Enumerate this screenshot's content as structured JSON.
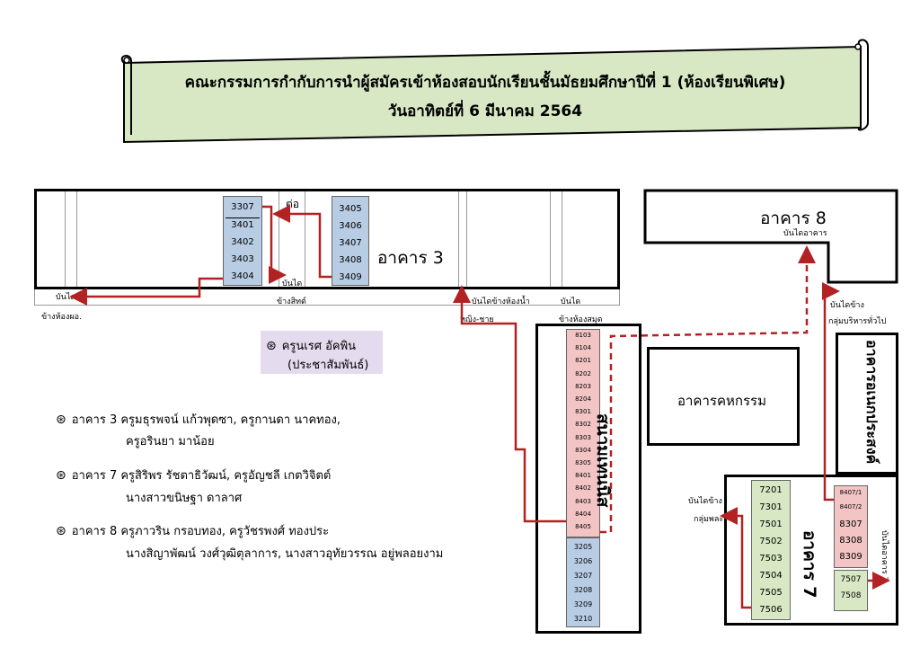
{
  "header": {
    "title_line1": "คณะกรรมการกำกับการนำผู้สมัครเข้าห้องสอบนักเรียนชั้นมัธยมศึกษาปีที่ 1 (ห้องเรียนพิเศษ)",
    "title_line2": "วันอาทิตย์ที่ 6 มีนาคม 2564"
  },
  "colors": {
    "banner": "#d8e8c4",
    "arrow": "#b22222",
    "blue_rooms": "#b8cce4",
    "pink_rooms": "#f2c4c4",
    "green_rooms": "#d8e8c4",
    "pr_box": "#e4dcee"
  },
  "buildings": {
    "b3": {
      "name": "อาคาร 3",
      "rooms_left": [
        "3307",
        "3401",
        "3402",
        "3403",
        "3404"
      ],
      "rooms_right": [
        "3405",
        "3406",
        "3407",
        "3408",
        "3409"
      ],
      "connector": "ต่อ",
      "stair_mid": "บันได"
    },
    "b8": {
      "name": "อาคาร 8",
      "stair": "บันไดอาคาร"
    },
    "field": {
      "name": "สนามเทนนิส",
      "rooms_pink": [
        "8103",
        "8104",
        "8201",
        "8202",
        "8203",
        "8204",
        "8301",
        "8302",
        "8303",
        "8304",
        "8305",
        "8401",
        "8402",
        "8403",
        "8404",
        "8405"
      ],
      "rooms_blue": [
        "3205",
        "3206",
        "3207",
        "3208",
        "3209",
        "3210"
      ]
    },
    "activity": {
      "name": "อาคารคหกรรม"
    },
    "multipurpose": {
      "name": "อาคารอเนกประสงค์"
    },
    "b7": {
      "name": "อาคาร 7",
      "rooms_green": [
        "7201",
        "7301",
        "7501",
        "7502",
        "7503",
        "7504",
        "7505",
        "7506"
      ],
      "rooms_pink": [
        "8407/1",
        "8407/2",
        "8307",
        "8308",
        "8309"
      ],
      "rooms_green2": [
        "7507",
        "7508"
      ],
      "stair_right": "บันไดอาคาร 7"
    }
  },
  "labels": {
    "stair_pr": "บันได",
    "stair_pr2": "ข้างห้องผอ.",
    "coop_side": "ข้างสิทต์",
    "stair_wc": "บันไดข้างห้องน้ำ",
    "wc": "หญิง-ชาย",
    "stair_lib": "บันได",
    "lib": "ข้างห้องสมุด",
    "stair_admin": "บันไดข้าง",
    "admin": "กลุ่มบริหารทั่วไป",
    "stair_pe": "บันไดข้าง",
    "pe": "กลุ่มพละ"
  },
  "pr_staff": {
    "line1": "ครูนเรศ อัคพิน",
    "line2": "(ประชาสัมพันธ์)"
  },
  "assignments": [
    {
      "line1": "อาคาร 3 ครูมธุรพจน์ แก้วพุดซา, ครูกานดา นาคทอง,",
      "line2": "ครูอรินยา มาน้อย"
    },
    {
      "line1": "อาคาร 7 ครูสิริพร รัชตาธิวัฒน์, ครูอัญชลี เกตวิจิตต์",
      "line2": "นางสาวขนิษฐา ดาลาศ"
    },
    {
      "line1": "อาคาร 8 ครูภาวริน กรอบทอง, ครูวัชรพงศ์ ทองประ",
      "line2": "นางสิญาพัฒน์ วงศ์วุฒิตุลาการ, นางสาวอุทัยวรรณ อยู่พลอยงาม"
    }
  ]
}
